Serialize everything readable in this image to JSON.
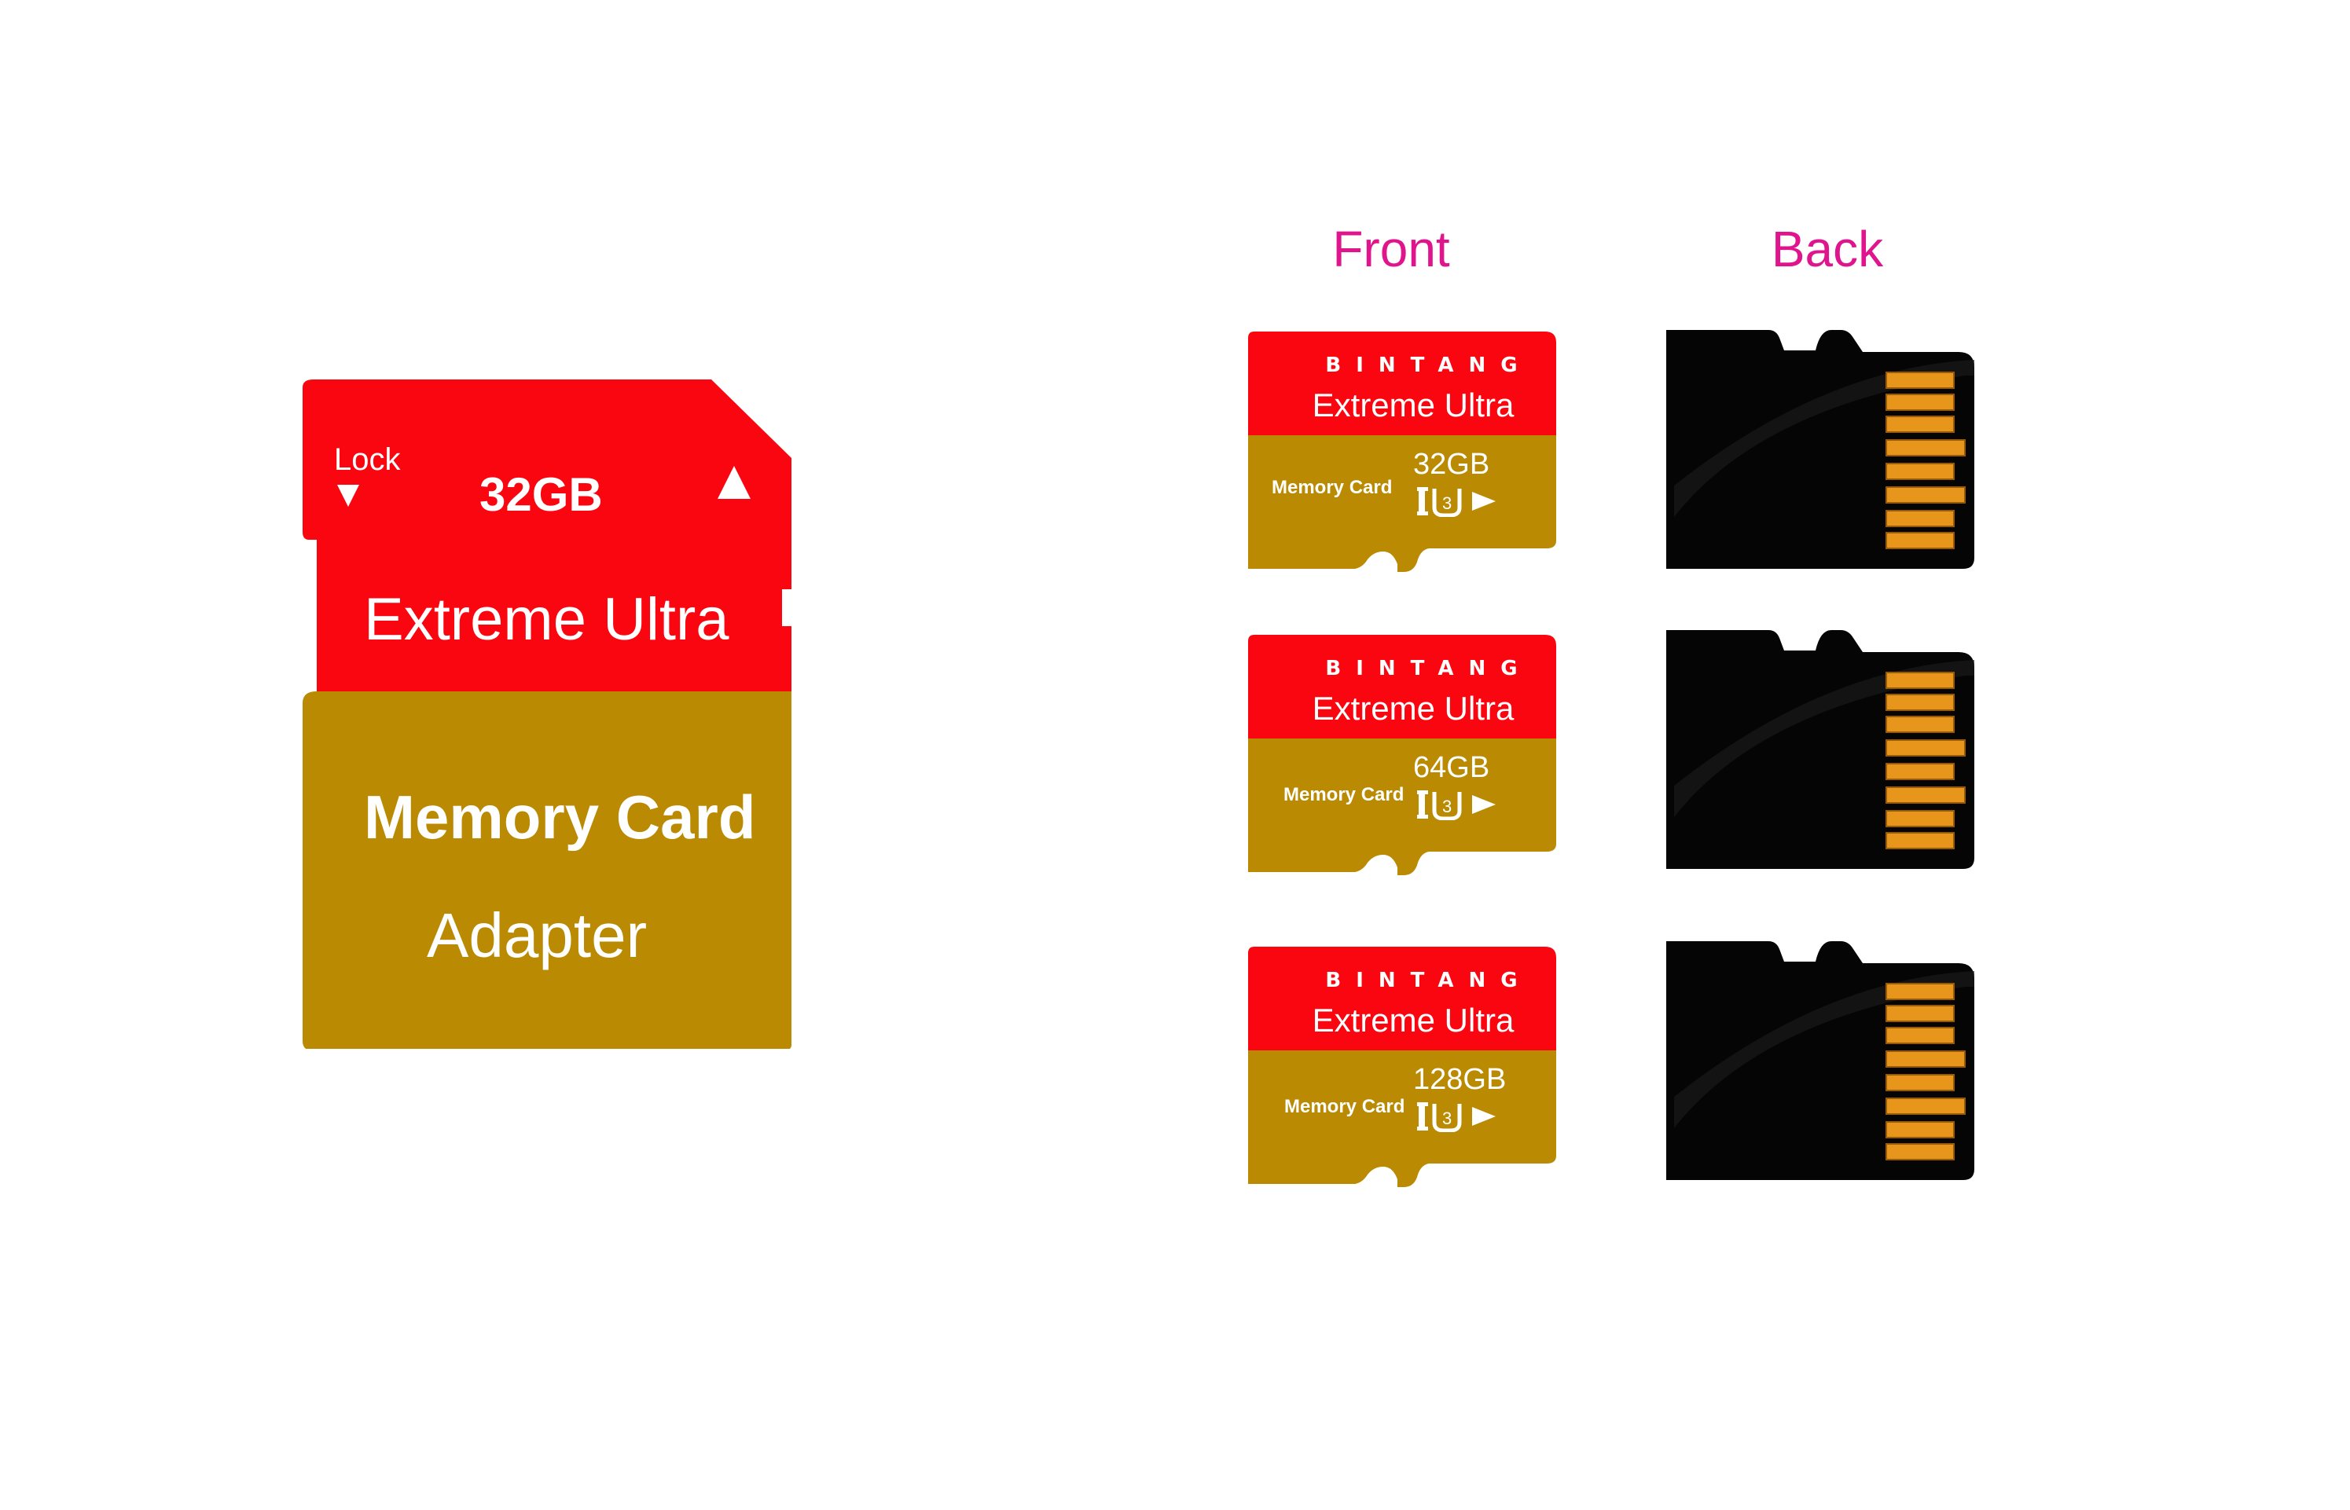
{
  "headings": {
    "front": "Front",
    "back": "Back"
  },
  "adapter": {
    "lock_label": "Lock",
    "capacity": "32GB",
    "line1": "Extreme Ultra",
    "line2": "Memory Card",
    "line3": "Adapter",
    "colors": {
      "red": "#fa0610",
      "gold": "#bb8a03"
    }
  },
  "micro_cards": [
    {
      "brand": "BINTANG",
      "line": "Extreme Ultra",
      "label": "Memory Card",
      "capacity": "32GB"
    },
    {
      "brand": "BINTANG",
      "line": "Extreme Ultra",
      "label": "Memory Card",
      "capacity": "64GB"
    },
    {
      "brand": "BINTANG",
      "line": "Extreme Ultra",
      "label": "Memory Card",
      "capacity": "128GB"
    }
  ],
  "colors": {
    "heading": "#e0148c",
    "card_back": "#050505",
    "contacts": "#e8951c"
  }
}
